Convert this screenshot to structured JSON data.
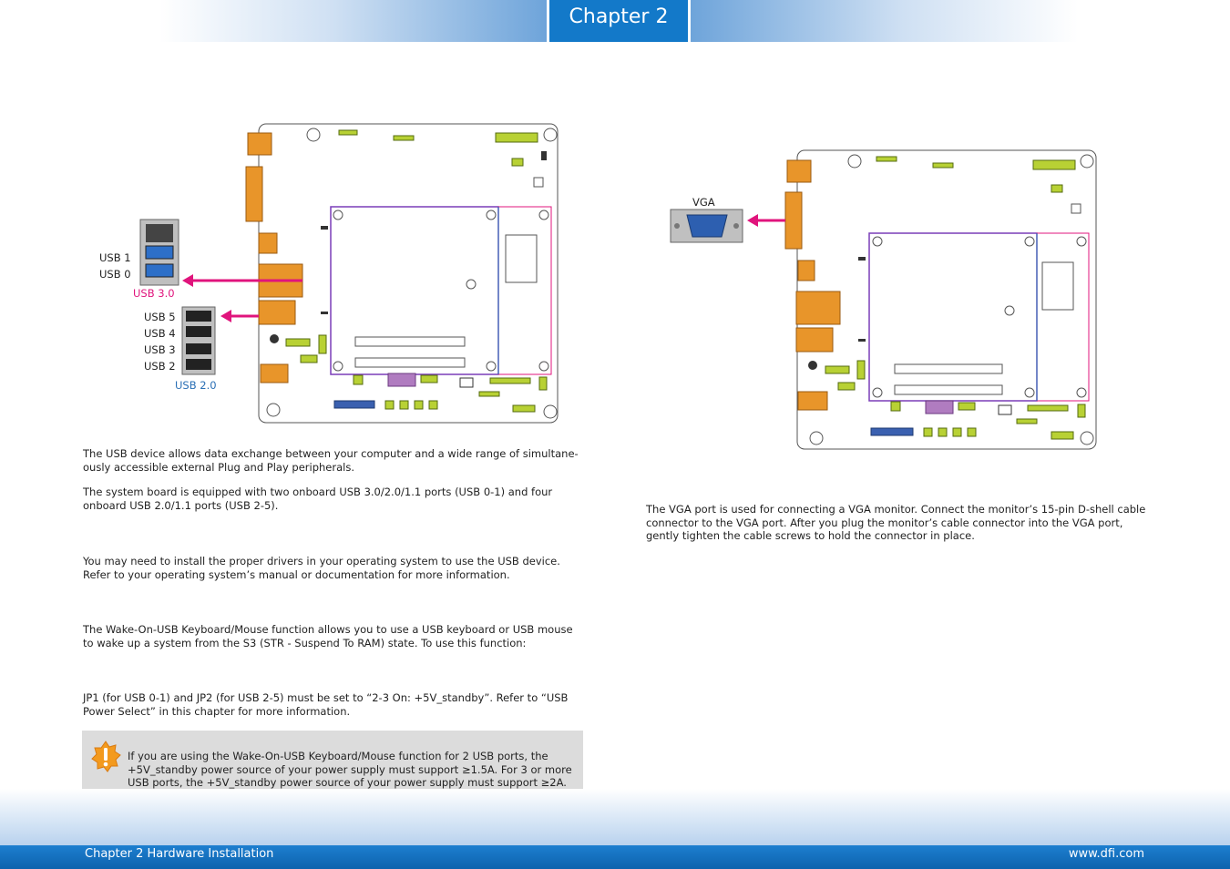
{
  "header": {
    "chapter": "Chapter 2"
  },
  "usb": {
    "labels": {
      "usb1": "USB 1",
      "usb0": "USB 0",
      "usb30": "USB 3.0",
      "usb5": "USB 5",
      "usb4": "USB 4",
      "usb3": "USB 3",
      "usb2": "USB 2",
      "usb20": "USB 2.0"
    },
    "paragraphs": [
      "The USB device allows data exchange between your computer and a wide range of simultane-ously accessible external Plug and Play peripherals.",
      "The system board is equipped with two onboard USB 3.0/2.0/1.1 ports (USB 0-1) and four onboard USB 2.0/1.1 ports (USB 2-5).",
      "You may need to install the proper drivers in your operating system to use the USB device. Refer to your operating system’s manual or documentation for more information.",
      "The Wake-On-USB Keyboard/Mouse function allows you to use a USB keyboard or USB mouse to wake up a system from the S3 (STR - Suspend To RAM) state. To use this function:",
      "JP1 (for USB 0-1) and JP2 (for USB 2-5) must be set to “2-3 On: +5V_standby”. Refer to “USB Power Select” in this chapter for more information."
    ],
    "note": "If you are using the Wake-On-USB Keyboard/Mouse function for 2 USB ports, the +5V_standby power source of your power supply must support ≥1.5A. For 3 or more USB ports, the +5V_standby power source of your power supply must support ≥2A."
  },
  "vga": {
    "label": "VGA",
    "paragraph": "The VGA port is used for connecting a VGA monitor. Connect the monitor’s 15-pin D-shell cable connector to the VGA port. After you plug the monitor’s cable connector into the VGA port, gently tighten the cable screws to hold the connector in place."
  },
  "footer": {
    "left": "Chapter 2 Hardware Installation",
    "right": "www.dfi.com"
  },
  "colors": {
    "accent": "#1379c9",
    "arrow": "#e0147c",
    "usb3_label": "#e0147c",
    "usb2_label": "#2a6fb5",
    "board_outline": "#7a3db8",
    "connector": "#e8952a",
    "header_pin": "#b8d134",
    "note_border": "#f0a030"
  }
}
